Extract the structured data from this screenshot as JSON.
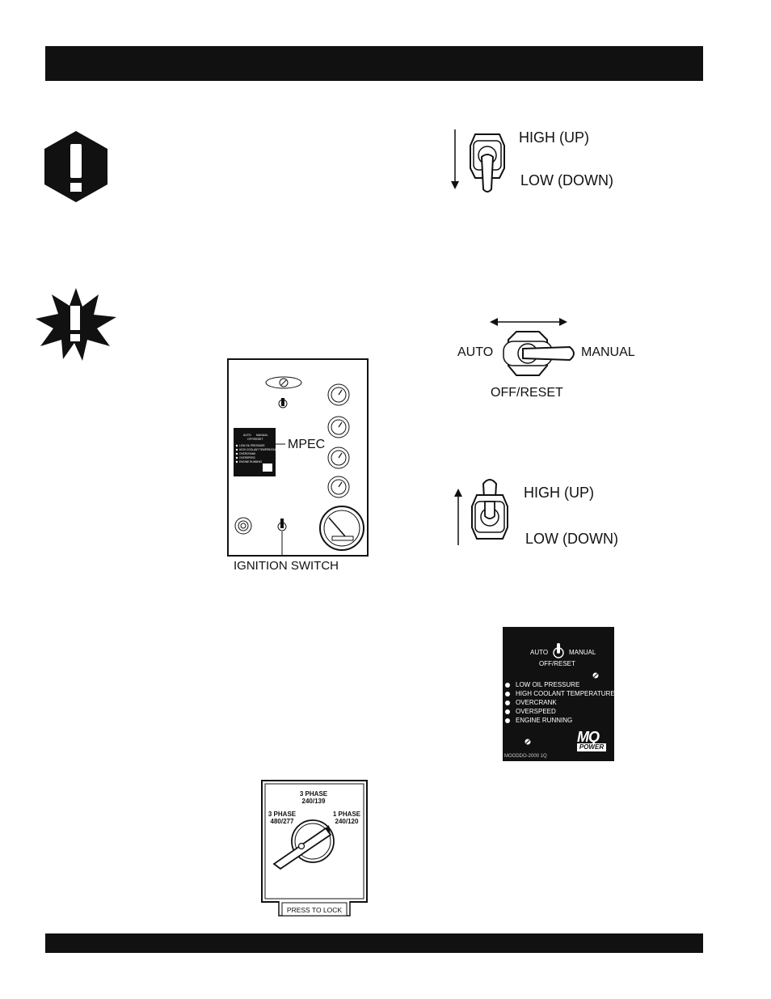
{
  "header_bar": {
    "color": "#111111"
  },
  "footer_bar": {
    "color": "#111111"
  },
  "icons": {
    "warning": "hexagon-exclamation-icon",
    "caution": "starburst-exclamation-icon"
  },
  "control_panel": {
    "mpec_callout": "MPEC",
    "ignition_callout": "IGNITION SWITCH",
    "mini_mpec": {
      "auto": "AUTO",
      "manual": "MANUAL",
      "off_reset": "OFF/RESET",
      "leds": [
        "LOW OIL PRESSURE",
        "HIGH COOLANT TEMPERATURE",
        "OVERCRANK",
        "OVERSPEED",
        "ENGINE RUNNING"
      ]
    }
  },
  "throttle_switch_down": {
    "high": "HIGH (UP)",
    "low": "LOW (DOWN)"
  },
  "mpec_toggle": {
    "auto": "AUTO",
    "manual": "MANUAL",
    "off_reset": "OFF/RESET"
  },
  "throttle_switch_up": {
    "high": "HIGH (UP)",
    "low": "LOW (DOWN)"
  },
  "mpec_module": {
    "auto": "AUTO",
    "manual": "MANUAL",
    "off_reset": "OFF/RESET",
    "leds": [
      "LOW OIL PRESSURE",
      "HIGH COOLANT TEMPERATURE",
      "OVERCRANK",
      "OVERSPEED",
      "ENGINE RUNNING"
    ],
    "part_number": "MOODDO-2000 1Q",
    "brand": "MQ",
    "brand_sub": "POWER"
  },
  "voltage_selector": {
    "top_line1": "3 PHASE",
    "top_line2": "240/139",
    "left_line1": "3 PHASE",
    "left_line2": "480/277",
    "right_line1": "1 PHASE",
    "right_line2": "240/120",
    "lock_label": "PRESS TO LOCK"
  }
}
